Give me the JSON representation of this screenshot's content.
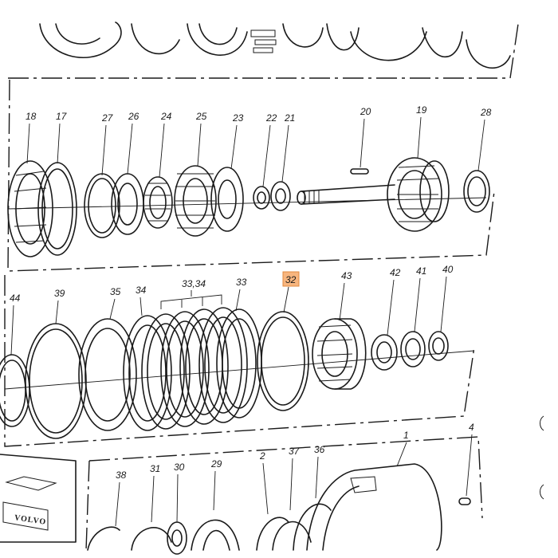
{
  "callouts_top": [
    "18",
    "17",
    "27",
    "26",
    "24",
    "25",
    "23",
    "22",
    "21",
    "20",
    "19",
    "28"
  ],
  "callouts_middle": [
    "44",
    "39",
    "35",
    "34",
    "33,34",
    "33",
    "32",
    "43",
    "42",
    "41",
    "40"
  ],
  "callouts_bottom": [
    "38",
    "31",
    "30",
    "29",
    "2",
    "37",
    "36",
    "1",
    "4"
  ],
  "highlighted_part": "32",
  "logo_text": "VOLVO",
  "colors": {
    "ink": "#1a1a1a",
    "highlight_fill": "#f7b57e",
    "highlight_stroke": "#e0893f"
  }
}
